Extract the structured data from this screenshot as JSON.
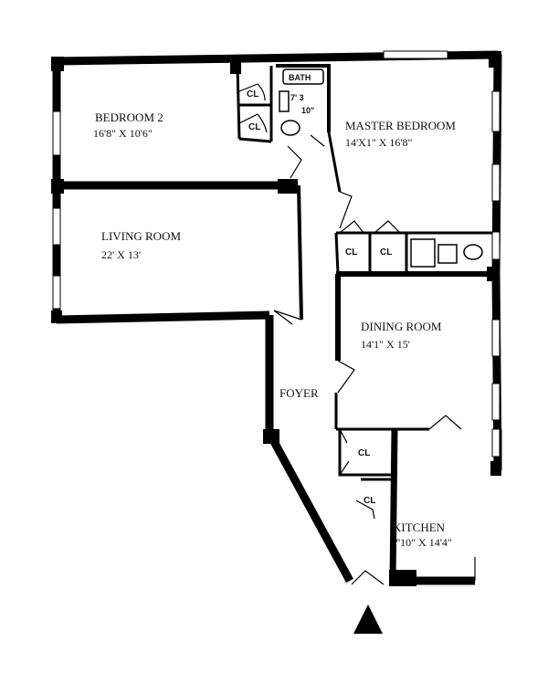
{
  "rooms": {
    "bedroom2": {
      "name": "BEDROOM 2",
      "dims": "16'8\" X 10'6\""
    },
    "master": {
      "name": "MASTER BEDROOM",
      "dims": "14'X1\" X 16'8\""
    },
    "living": {
      "name": "LIVING ROOM",
      "dims": "22' X 13'"
    },
    "dining": {
      "name": "DINING ROOM",
      "dims": "14'1\" X 15'"
    },
    "foyer": {
      "name": "FOYER"
    },
    "kitchen": {
      "name": "KITCHEN",
      "dims": "7'10\" X  14'4\""
    },
    "bath": {
      "name": "BATH",
      "dims_top": "7' 3",
      "dims_bottom": "10\""
    }
  },
  "closets": {
    "bed2_upper": "CL",
    "bed2_lower": "CL",
    "master_left": "CL",
    "master_right": "CL",
    "foyer": "CL",
    "foyer_small": "CL"
  },
  "entrance_icon": "triangle-entrance-icon"
}
